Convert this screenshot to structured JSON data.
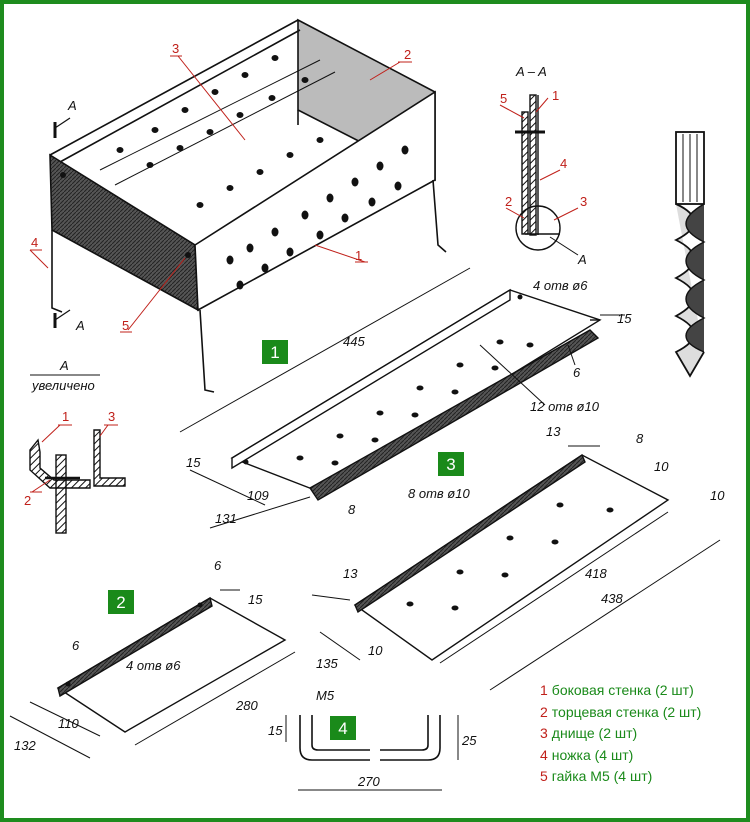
{
  "section": {
    "title": "A – A",
    "detail_label": "A",
    "detail_caption": "увеличено",
    "cut_label": "A"
  },
  "callouts": {
    "c1": "1",
    "c2": "2",
    "c3": "3",
    "c4": "4",
    "c5": "5"
  },
  "parts": {
    "p1": {
      "badge": "1",
      "length": "445",
      "height": "15",
      "width1": "109",
      "width2": "131",
      "flange": "8",
      "holes_top": "4 отв ø6",
      "holes_main": "12 отв ø10",
      "dim6": "6",
      "dim15b": "15"
    },
    "p2": {
      "badge": "2",
      "dim6a": "6",
      "dim15": "15",
      "dim6b": "6",
      "holes": "4 отв ø6",
      "length": "280",
      "w1": "110",
      "w2": "132"
    },
    "p3": {
      "badge": "3",
      "dim13a": "13",
      "dim8": "8",
      "dim10a": "10",
      "dim10b": "10",
      "holes": "8 отв ø10",
      "dim13b": "13",
      "len1": "418",
      "len2": "438",
      "w": "135",
      "dim10c": "10"
    },
    "p4": {
      "badge": "4",
      "thread": "M5",
      "h15": "15",
      "h25": "25",
      "width": "270"
    }
  },
  "legend": [
    {
      "num": "1",
      "text": "боковая стенка (2 шт)"
    },
    {
      "num": "2",
      "text": "торцевая стенка (2 шт)"
    },
    {
      "num": "3",
      "text": "днище (2 шт)"
    },
    {
      "num": "4",
      "text": "ножка (4 шт)"
    },
    {
      "num": "5",
      "text": "гайка М5 (4 шт)"
    }
  ],
  "colors": {
    "border": "#1e8c1e",
    "badge": "#1a8a1a",
    "callout": "#c0201a"
  }
}
